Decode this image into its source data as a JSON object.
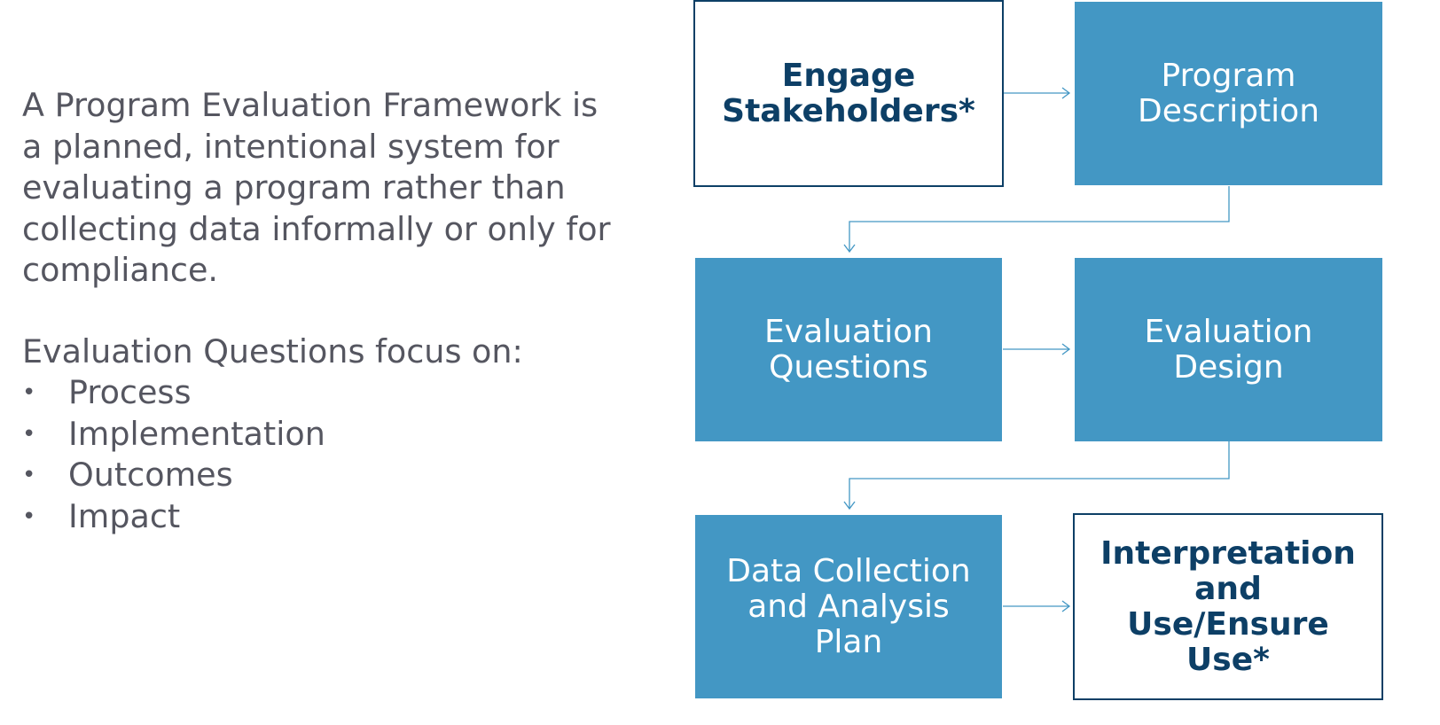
{
  "intro_text": "A Program Evaluation Framework is a planned, intentional system for evaluating a program rather than collecting data informally or only for compliance.",
  "focus": {
    "heading": "Evaluation Questions focus on:",
    "bullet_glyph": "•",
    "items": [
      "Process",
      "Implementation",
      "Outcomes",
      "Impact"
    ]
  },
  "flow": {
    "colors": {
      "filled_box": "#4397c4",
      "outlined_border": "#0d3f66",
      "outlined_text": "#0d3f66",
      "filled_text": "#ffffff",
      "connector": "#4397c4",
      "body_text": "#555660"
    },
    "steps": [
      {
        "label": "Engage\nStakeholders*",
        "style": "outlined"
      },
      {
        "label": "Program\nDescription",
        "style": "filled"
      },
      {
        "label": "Evaluation\nQuestions",
        "style": "filled"
      },
      {
        "label": "Evaluation\nDesign",
        "style": "filled"
      },
      {
        "label": "Data Collection\nand Analysis\nPlan",
        "style": "filled"
      },
      {
        "label": "Interpretation\nand\nUse/Ensure\nUse*",
        "style": "outlined"
      }
    ]
  }
}
